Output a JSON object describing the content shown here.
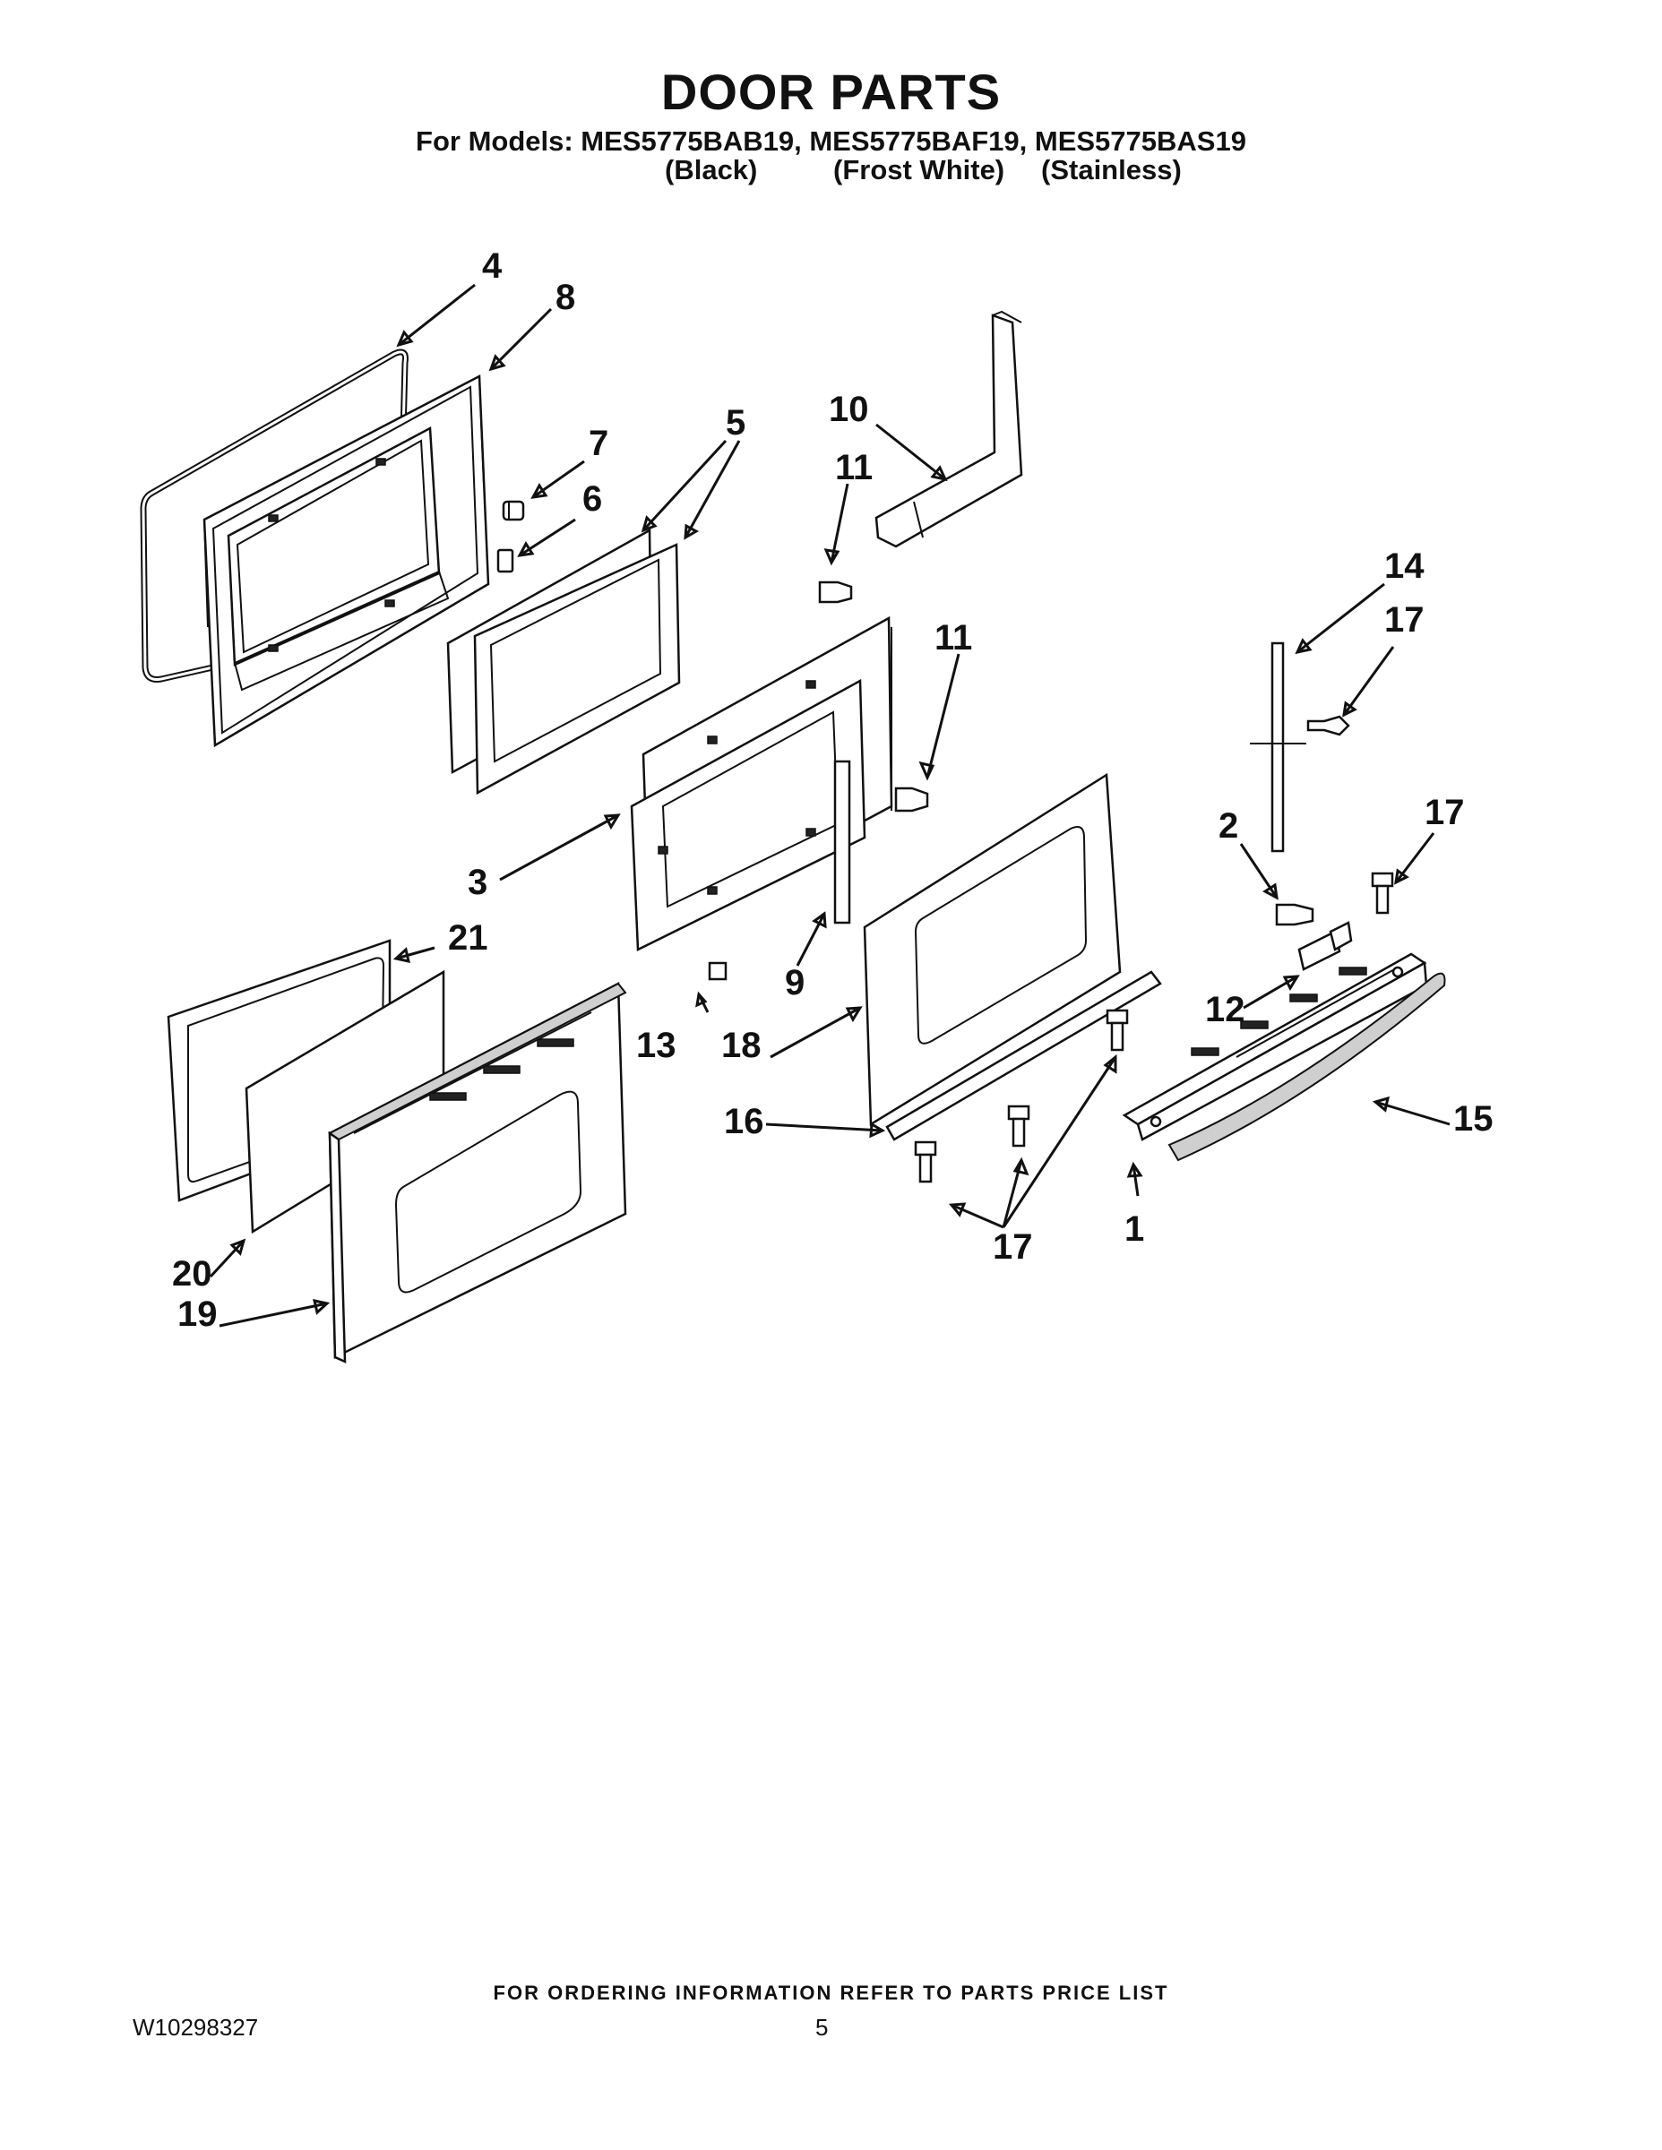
{
  "title": "DOOR PARTS",
  "models_line": "For Models: MES5775BAB19, MES5775BAF19, MES5775BAS19",
  "colors": [
    "(Black)",
    "(Frost White)",
    "(Stainless)"
  ],
  "callouts": [
    "4",
    "8",
    "5",
    "7",
    "6",
    "10",
    "11",
    "11",
    "14",
    "17",
    "17",
    "2",
    "3",
    "21",
    "9",
    "12",
    "15",
    "18",
    "13",
    "16",
    "1",
    "17",
    "20",
    "19"
  ],
  "footer_note": "FOR ORDERING INFORMATION REFER TO PARTS PRICE LIST",
  "document_number": "W10298327",
  "page_number": "5"
}
